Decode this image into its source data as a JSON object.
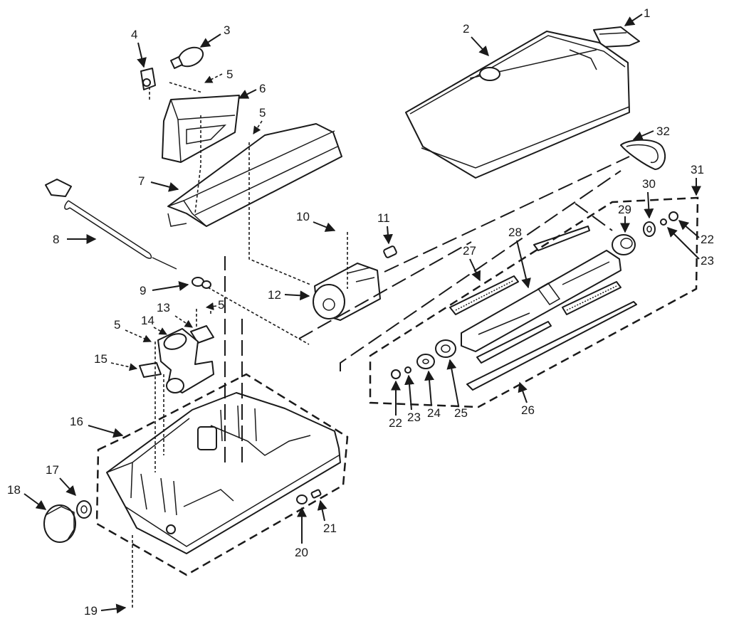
{
  "callouts": [
    "1",
    "2",
    "3",
    "4",
    "5",
    "6",
    "5",
    "7",
    "8",
    "9",
    "10",
    "11",
    "12",
    "13",
    "5",
    "14",
    "5",
    "15",
    "16",
    "17",
    "18",
    "19",
    "20",
    "21",
    "22",
    "23",
    "24",
    "25",
    "26",
    "27",
    "28",
    "29",
    "30",
    "31",
    "32",
    "22",
    "23"
  ]
}
